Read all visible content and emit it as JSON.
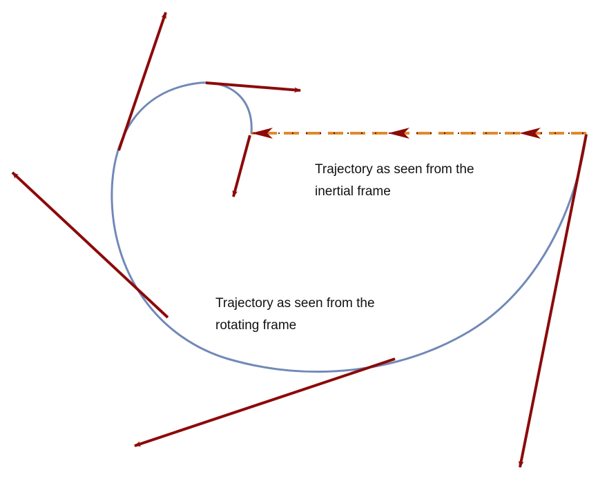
{
  "colors": {
    "rotating_trajectory": "#7189b8",
    "inertial_trajectory": "#e08a2c",
    "velocity_arrow": "#8c0a0a",
    "inertial_dots": "#5a1a10",
    "text": "#111111",
    "background": "#ffffff"
  },
  "labels": {
    "inertial": [
      "Trajectory as seen from the",
      "inertial frame"
    ],
    "rotating": [
      "Trajectory as seen from the",
      "rotating frame"
    ]
  },
  "curves": {
    "rotating_frame": {
      "style": "solid",
      "shape": "inward spiral"
    },
    "inertial_frame": {
      "style": "dashed",
      "shape": "straight line"
    }
  },
  "arrows": {
    "velocity_vectors_on_spiral": 6,
    "direction_markers_on_line": 3
  }
}
